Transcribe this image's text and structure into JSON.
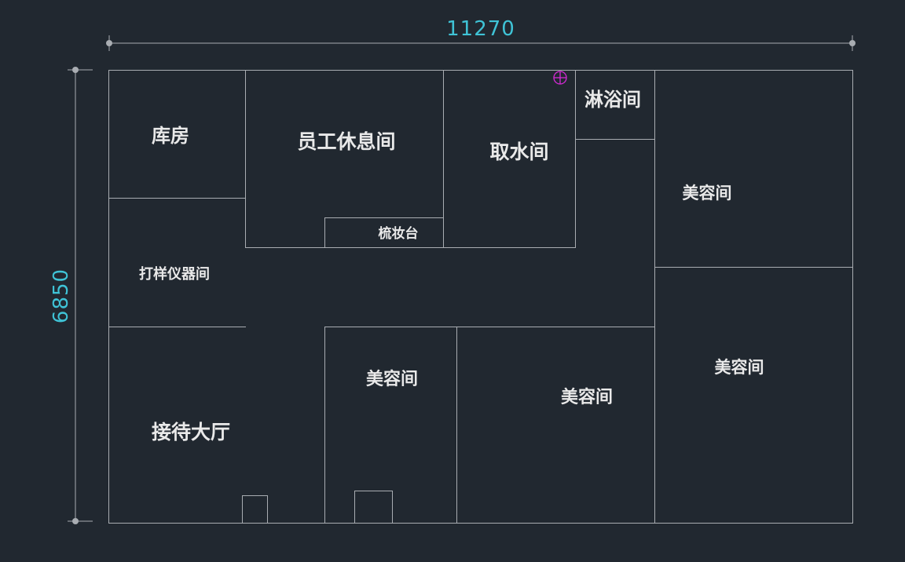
{
  "dimensions": {
    "width_label": "11270",
    "height_label": "6850"
  },
  "rooms": {
    "storage": "库房",
    "staff_lounge": "员工休息间",
    "water_room": "取水间",
    "shower_room": "淋浴间",
    "beauty_room_upper_right": "美容间",
    "dressing_table": "梳妆台",
    "sampling_instrument_room": "打样仪器间",
    "reception_hall": "接待大厅",
    "beauty_room_center": "美容间",
    "beauty_room_center_right": "美容间",
    "beauty_room_lower_right": "美容间"
  },
  "colors": {
    "background": "#212830",
    "wall": "#a9adb2",
    "dimension_text": "#3fc3d6",
    "room_text": "#e9e9e9",
    "marker": "#d62ad6"
  },
  "icons": {
    "marker": "crosshair-circle-icon"
  }
}
